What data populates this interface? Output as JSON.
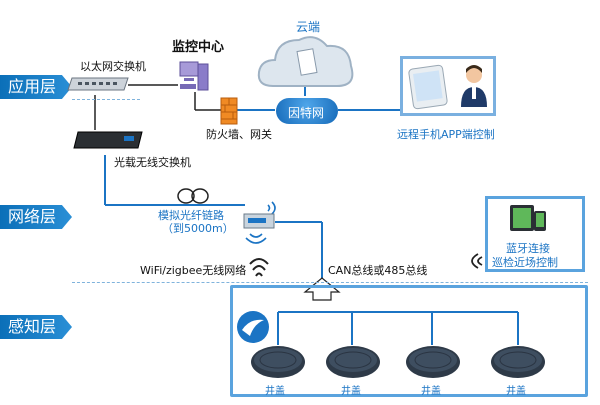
{
  "layers": {
    "application": "应用层",
    "network": "网络层",
    "perception": "感知层"
  },
  "nodes": {
    "ethernet_switch": "以太网交换机",
    "monitoring_center": "监控中心",
    "cloud": "云端",
    "firewall": "防火墙、网关",
    "internet": "因特网",
    "remote_app": "远程手机APP端控制",
    "optical_switch": "光载无线交换机",
    "fiber_link_line1": "模拟光纤链路",
    "fiber_link_line2": "（到5000m）",
    "wireless": "WiFi/zigbee无线网络",
    "can_bus": "CAN总线或485总线",
    "bluetooth_line1": "蓝牙连接",
    "bluetooth_line2": "巡检近场控制",
    "manhole_labels": [
      "井盖",
      "井盖",
      "井盖",
      "井盖"
    ]
  },
  "colors": {
    "accent": "#1b74c4",
    "tab": "#0b6fb8",
    "border": "#5aa3de"
  }
}
